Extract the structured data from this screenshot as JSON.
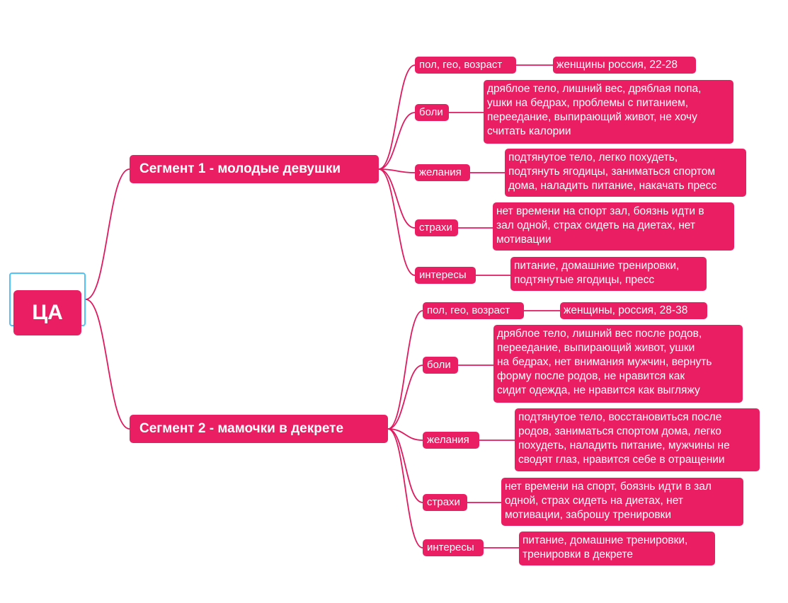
{
  "root": {
    "label": "ЦА"
  },
  "segments": [
    {
      "label": "Сегмент 1 - молодые девушки",
      "items": [
        {
          "category": "пол, гео, возраст",
          "detail": "женщины россия, 22-28"
        },
        {
          "category": "боли",
          "detail": "дряблое тело, лишний вес, дряблая попа,\nушки на бедрах, проблемы с питанием,\nпереедание, выпирающий живот, не хочу\nсчитать калории"
        },
        {
          "category": "желания",
          "detail": "подтянутое тело, легко похудеть,\nподтянуть ягодицы, заниматься спортом\nдома, наладить питание, накачать пресс"
        },
        {
          "category": "страхи",
          "detail": "нет времени на спорт зал, боязнь идти в\nзал одной, страх сидеть на диетах, нет\nмотивации"
        },
        {
          "category": "интересы",
          "detail": "питание, домашние тренировки,\nподтянутые ягодицы, пресс"
        }
      ]
    },
    {
      "label": "Сегмент 2 - мамочки в декрете",
      "items": [
        {
          "category": "пол, гео, возраст",
          "detail": "женщины, россия, 28-38"
        },
        {
          "category": "боли",
          "detail": "дряблое тело, лишний вес после родов,\nпереедание, выпирающий живот, ушки\nна бедрах, нет внимания мужчин, вернуть\nформу после родов, не нравится как\nсидит одежда, не нравится как выгляжу"
        },
        {
          "category": "желания",
          "detail": "подтянутое тело, восстановиться после\nродов, заниматься спортом дома, легко\nпохудеть, наладить питание, мужчины не\nсводят глаз, нравится себе в отращении"
        },
        {
          "category": "страхи",
          "detail": "нет времени на спорт, боязнь идти в зал\nодной, страх сидеть на диетах, нет\nмотивации, заброшу тренировки"
        },
        {
          "category": "интересы",
          "detail": "питание, домашние тренировки,\nтренировки в декрете"
        }
      ]
    }
  ],
  "colors": {
    "node": "#e91e63",
    "link": "#e0195f",
    "root_border": "#4fc3f7"
  }
}
